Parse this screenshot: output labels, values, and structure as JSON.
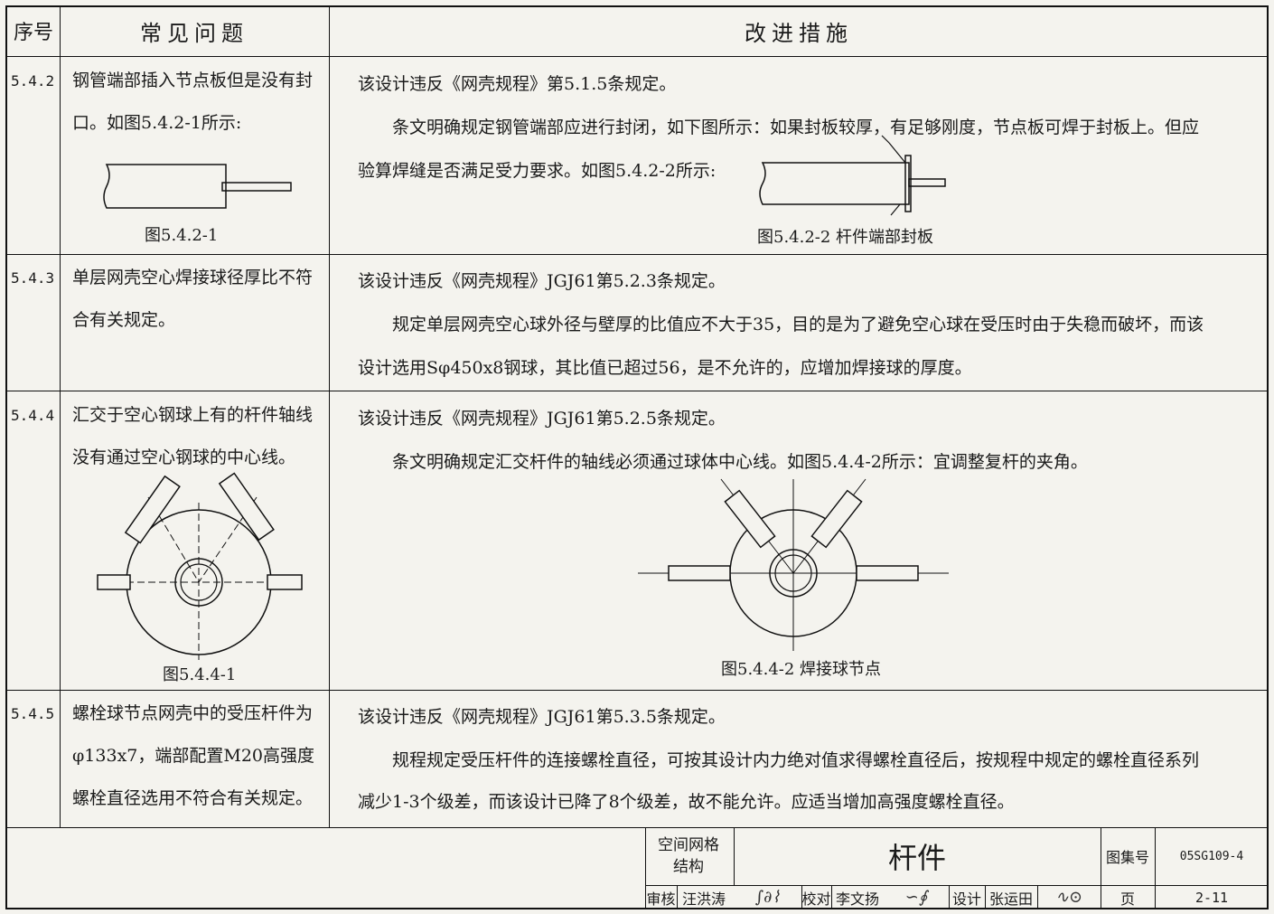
{
  "header": {
    "no": "序号",
    "problem": "常见问题",
    "measure": "改进措施"
  },
  "rows": [
    {
      "no": "5.4.2",
      "problem": "钢管端部插入节点板但是没有封口。如图5.4.2-1所示:",
      "fig_left": "图5.4.2-1",
      "lines": [
        "该设计违反《网壳规程》第5.1.5条规定。",
        "条文明确规定钢管端部应进行封闭，如下图所示：如果封板较厚，有足够刚度，节点板可焊于封板上。但应",
        "验算焊缝是否满足受力要求。如图5.4.2-2所示:"
      ],
      "fig_right": "图5.4.2-2  杆件端部封板"
    },
    {
      "no": "5.4.3",
      "problem": "单层网壳空心焊接球径厚比不符合有关规定。",
      "lines": [
        "该设计违反《网壳规程》JGJ61第5.2.3条规定。",
        "规定单层网壳空心球外径与壁厚的比值应不大于35，目的是为了避免空心球在受压时由于失稳而破坏，而该",
        "设计选用Sφ450x8钢球，其比值已超过56，是不允许的，应增加焊接球的厚度。"
      ]
    },
    {
      "no": "5.4.4",
      "problem": "汇交于空心钢球上有的杆件轴线没有通过空心钢球的中心线。",
      "fig_left": "图5.4.4-1",
      "lines": [
        "该设计违反《网壳规程》JGJ61第5.2.5条规定。",
        "条文明确规定汇交杆件的轴线必须通过球体中心线。如图5.4.4-2所示：宜调整复杆的夹角。"
      ],
      "fig_right": "图5.4.4-2  焊接球节点"
    },
    {
      "no": "5.4.5",
      "problem": "螺栓球节点网壳中的受压杆件为φ133x7，端部配置M20高强度螺栓直径选用不符合有关规定。",
      "lines": [
        "该设计违反《网壳规程》JGJ61第5.3.5条规定。",
        "规程规定受压杆件的连接螺栓直径，可按其设计内力绝对值求得螺栓直径后，按规程中规定的螺栓直径系列",
        "减少1-3个级差，而该设计已降了8个级差，故不能允许。应适当增加高强度螺栓直径。"
      ]
    }
  ],
  "title_block": {
    "category": "空间网格结构",
    "title": "杆件",
    "atlas_label": "图集号",
    "atlas_no": "05SG109-4",
    "review_label": "审核",
    "reviewer": "汪洪涛",
    "check_label": "校对",
    "checker": "李文扬",
    "design_label": "设计",
    "designer": "张运田",
    "page_label": "页",
    "page_no": "2-11"
  }
}
